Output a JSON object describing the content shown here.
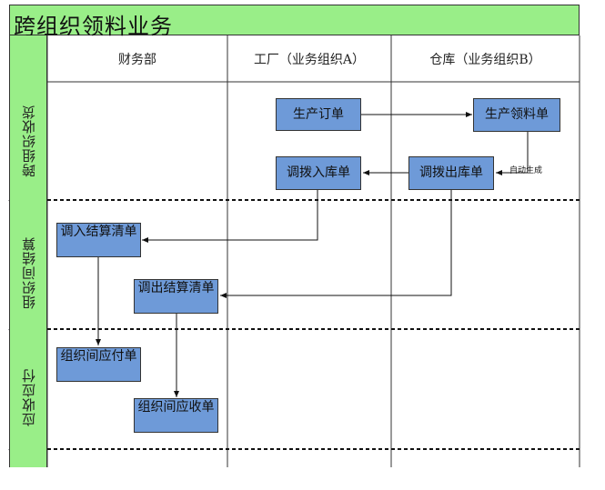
{
  "title": "跨组织领料业务",
  "columns": [
    "财务部",
    "工厂（业务组织A）",
    "仓库（业务组织B）"
  ],
  "lanes": [
    "跨组织收货",
    "组织间结算",
    "应收应付"
  ],
  "boxes": {
    "production_order": "生产订单",
    "production_requisition": "生产领料单",
    "transfer_in_order": "调拨入库单",
    "transfer_out_order": "调拨出库单",
    "transfer_in_settlement": "调入结算清单",
    "transfer_out_settlement": "调出结算清单",
    "intercompany_payable": "组织间应付单",
    "intercompany_receivable": "组织间应收单"
  },
  "note_auto_generate": "自动生成",
  "colors": {
    "header_green": "#99ee88",
    "box_blue": "#6e9ad8"
  }
}
